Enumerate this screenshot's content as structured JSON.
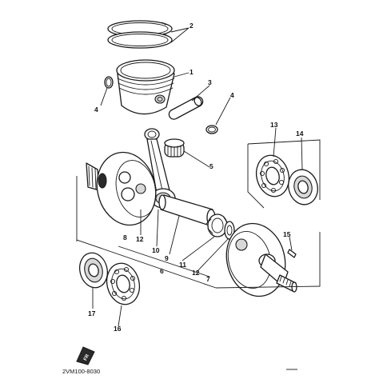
{
  "diagram": {
    "callouts": [
      "1",
      "2",
      "3",
      "4",
      "4",
      "5",
      "6",
      "7",
      "8",
      "9",
      "10",
      "11",
      "12",
      "12",
      "13",
      "14",
      "15",
      "16",
      "17"
    ],
    "drawing_code": "2VM100-8030",
    "front_mark": "FR"
  }
}
